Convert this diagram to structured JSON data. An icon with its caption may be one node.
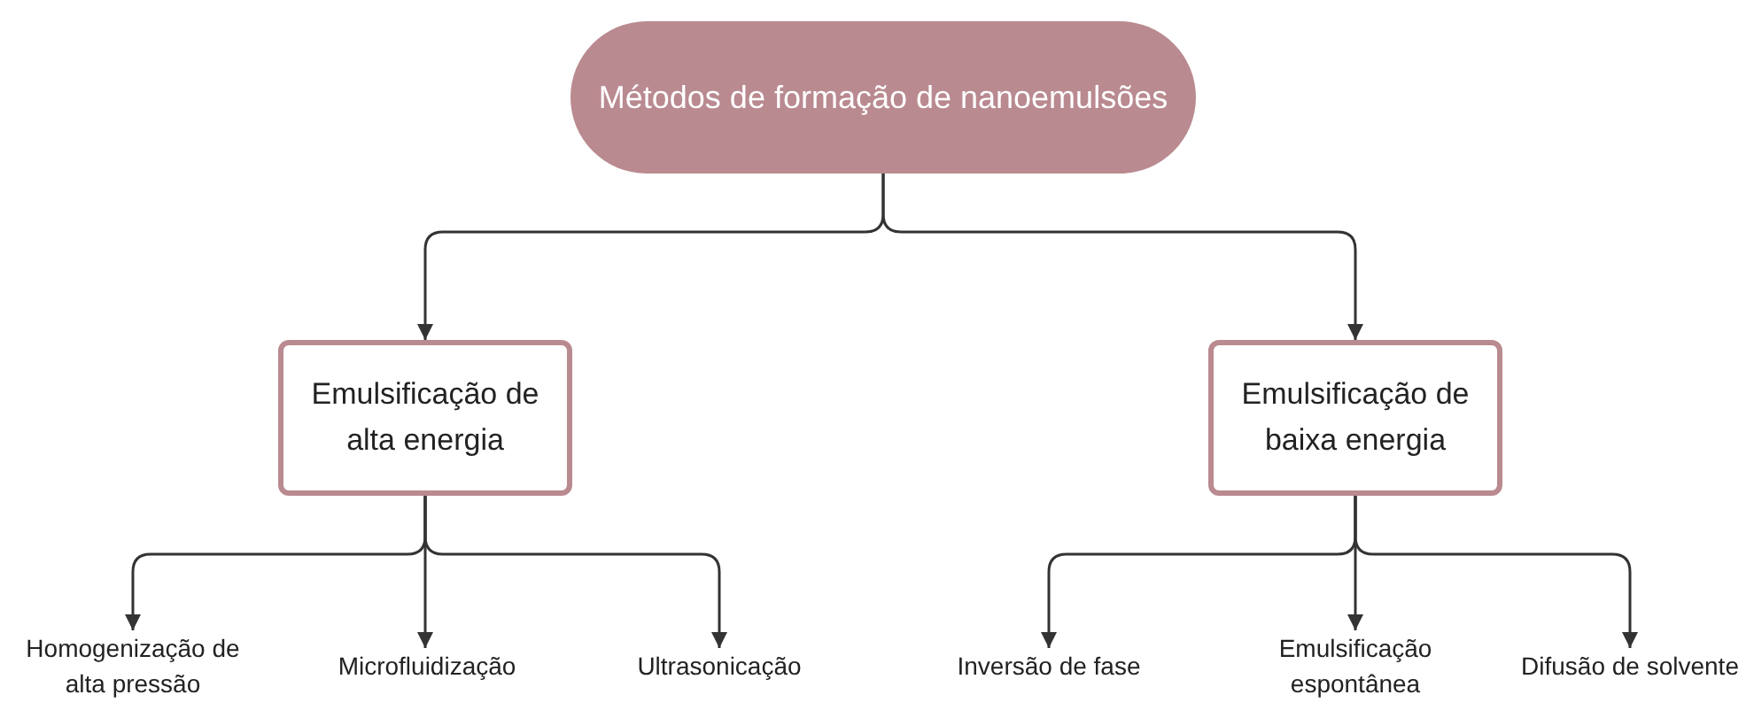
{
  "diagram": {
    "nodes": [
      {
        "text": [
          "Métodos de formação de nanoemulsões"
        ]
      },
      {
        "text": [
          "Emulsificação de alta energia"
        ]
      },
      {
        "text": [
          "Emulsificação de baixa energia"
        ]
      },
      {
        "text": [
          "Homogenização de alta pressão"
        ]
      },
      {
        "text": [
          "Microfluidização"
        ]
      },
      {
        "text": [
          "Ultrasonicação"
        ]
      },
      {
        "text": [
          "Inversão de fase"
        ]
      },
      {
        "text": [
          "Emulsificação espontânea"
        ]
      },
      {
        "text": [
          "Difusão de solvente"
        ]
      }
    ],
    "edges": [
      {
        "from": 0,
        "to": 1,
        "arrow": "to"
      },
      {
        "from": 0,
        "to": 2,
        "arrow": "to"
      },
      {
        "from": 1,
        "to": 3,
        "arrow": "to"
      },
      {
        "from": 1,
        "to": 4,
        "arrow": "to"
      },
      {
        "from": 1,
        "to": 5,
        "arrow": "to"
      },
      {
        "from": 2,
        "to": 6,
        "arrow": "to"
      },
      {
        "from": 2,
        "to": 7,
        "arrow": "to"
      },
      {
        "from": 2,
        "to": 8,
        "arrow": "to"
      }
    ]
  }
}
